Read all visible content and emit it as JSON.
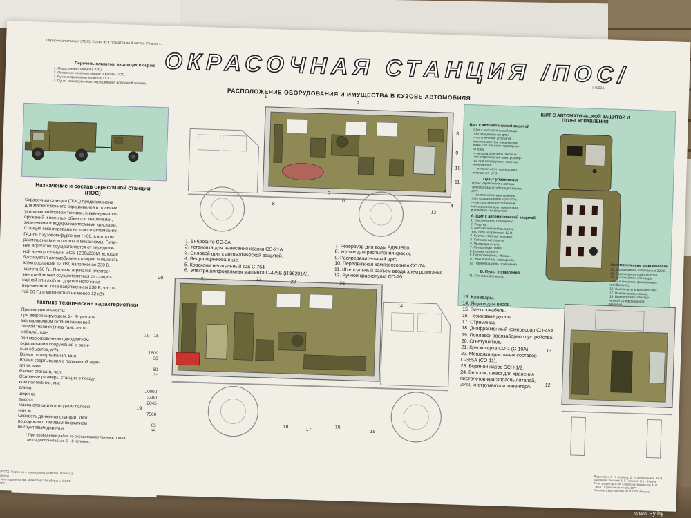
{
  "poster": {
    "header_line": "Окрасочная станция (ПОС). Серия из 4 плакатов на 4 листах. Плакат 1.",
    "code": "040024",
    "title": "ОКРАСОЧНАЯ СТАНЦИЯ /ПОС/",
    "subtitle": "РАСПОЛОЖЕНИЕ ОБОРУДОВАНИЯ И ИМУЩЕСТВА В КУЗОВЕ АВТОМОБИЛЯ",
    "list_head": "Перечень плакатов, входящих в серию",
    "list_items": [
      "1. Окрасочная станция (ПОС).",
      "2. Основные комплектующие агрегаты ПОС.",
      "3. Ручные краскораспылители ПОС.",
      "4. Пункт маскировочного окрашивания войсковой техники."
    ]
  },
  "left": {
    "purpose_head": "Назначение и состав окрасочной станции (ПОС)",
    "purpose_text": [
      "Окрасочная станция (ПОС) предназначена",
      "для маскировочного окрашивания в полевых",
      "условиях войсковой техники, инженерных со-",
      "оружений и военных объектов масляными,",
      "эмалевыми и водоразбавляемыми красками.",
      "Станция смонтирована на шасси автомобиля",
      "ГАЗ-66 с кузовом-фургоном Н-66, в котором",
      "размещены все агрегаты и механизмы. Пита-",
      "ние агрегатов осуществляется от передвиж-",
      "ной электростанции ЭСБ-12ВС/230М, которая",
      "буксируется автомобилем станции. Мощность",
      "электростанции 12 кВт, напряжение 230 В,",
      "частота 50 Гц. Питание агрегатов электро-",
      "энергией может осуществляться от стацио-",
      "нарной или любого другого источника",
      "переменного тока напряжением 230 В, часто-",
      "той 50 Гц и мощностью не менее 12 кВт."
    ],
    "specs_head": "Тактико-технические характеристики",
    "specs": [
      {
        "label": "Производительность:",
        "value": ""
      },
      {
        "label": "   при деформирующем, 2-, 3-цветном",
        "value": ""
      },
      {
        "label": "   маскировочном окрашивании вой-",
        "value": ""
      },
      {
        "label": "   сковой техники (типа танк, авто-",
        "value": ""
      },
      {
        "label": "   мобиль), ед/ч",
        "value": "10—15"
      },
      {
        "label": "   при маскировочном однодветном",
        "value": ""
      },
      {
        "label": "   окрашивании сооружений и воен-",
        "value": ""
      },
      {
        "label": "   ных объектов, м²/ч",
        "value": "1600"
      },
      {
        "label": "Время развертывания, мин",
        "value": "30"
      },
      {
        "label": "Время свертывания с промывкой агре-",
        "value": ""
      },
      {
        "label": "   гатов, мин",
        "value": "60"
      },
      {
        "label": "Расчет станции, чел.",
        "value": "3*"
      },
      {
        "label": "Основные размеры станции в поход-",
        "value": ""
      },
      {
        "label": "   ном положении, мм:",
        "value": ""
      },
      {
        "label": "      длина",
        "value": "10000"
      },
      {
        "label": "      ширина",
        "value": "2400"
      },
      {
        "label": "      высота",
        "value": "2845"
      },
      {
        "label": "Масса станции в походном положе-",
        "value": ""
      },
      {
        "label": "   нии, кг",
        "value": "7500"
      },
      {
        "label": "Скорость движения станции, км/ч:",
        "value": ""
      },
      {
        "label": "   по дорогам с твердым покрытием",
        "value": "65"
      },
      {
        "label": "   по грунтовым дорогам",
        "value": "35"
      }
    ],
    "footnote": [
      "* При проведении работ по окрашиванию техники прила-",
      "гается дополнительно 5—8 человек."
    ]
  },
  "legend_mid_left": [
    "1. Вибросито СО-3А.",
    "2. Установка для нанесения краски СО-21А.",
    "3. Силовой щит с автоматической защитой.",
    "4. Ведра оцинкованные.",
    "5. Красконагнетательный бак С-764.",
    "6. Электрошлифовальная машинка С-475Б (ИЭ6201А)."
  ],
  "legend_mid_right": [
    "7. Резервуар для воды РДВ-1500.",
    "8. Удочки для распыления краски.",
    "9. Распределительный щит.",
    "10. Передвижная компрессорная СО-7А.",
    "11. Штепсельный разъем ввода электропитания.",
    "12. Ручной краскопульт СО-20."
  ],
  "legend_bottom_right": [
    "13. Клеевары.",
    "14. Ящики для весов.",
    "15. Электрокабель.",
    "16. Резиновые рукава.",
    "17. Стремянка.",
    "18. Диафрагменный компрессор СО-45А.",
    "19. Поплавок водозаборного устройства.",
    "20. Огнетушитель.",
    "21. Краскотерка СО-1 (С-10А).",
    "22. Мешалка красочных составов",
    "    С-365А (СО-11).",
    "23. Водяной насос ЭСН-1/2.",
    "24. Верстак, шкаф для хранения",
    "    пистолетов-краскораспылителей,",
    "    ЗИП, инструмента и инвентаря."
  ],
  "right_panel": {
    "head": "ЩИТ С АВТОМАТИЧЕСКОЙ ЗАЩИТОЙ И ПУЛЬТ УПРАВЛЕНИЯ",
    "sub_head_1": "Щит с автоматической защитой",
    "sub_text_1": [
      "Щит с автоматической защи-",
      "той предназначен для:",
      "— отключения агрегатов",
      "электросети при напряжении",
      "ниже 220 В в сети подводимо-",
      "го тока;",
      "— автоматического отключе-",
      "ния потребителей электроэнер-",
      "гии при перегрузке и коротких",
      "замыканиях;",
      "— питания сети переносного",
      "освещения 12 В."
    ],
    "sub_head_2": "Пульт управления",
    "sub_text_2": [
      "Пульт управления с автома-",
      "тической защитой предназначен",
      "для:",
      "— включения и выключения",
      "электродвигателей агрегатов;",
      "— автоматического отключе-",
      "ния агрегатов при перегрузках",
      "и коротких замыканиях."
    ],
    "sub_head_3": "А. Щит с автоматической защитой",
    "list_a": [
      "1. Выключатель освещения.",
      "2. Розетка.",
      "3. Автоматический выключа-",
      "   тель сети напряжения 12 В.",
      "4. Кнопка «Сигнал вызова».",
      "5. Сигнальные лампы.",
      "6. Предохранитель.",
      "7. Сигнальная лампа.",
      "8. Кнопка «Сброс».",
      "9. Переключатель «Фаза».",
      "10. Выключатель освещения.",
      "11. Переключатель освещения."
    ],
    "sub_head_4": "Б. Пульт управления",
    "list_b": [
      "11. Сигнальная лампа."
    ],
    "sub_head_5": "Автоматические выключатели",
    "list_c": [
      "12. Выключатель напряжения 220 В.",
      "13. Выключатель компрессора.",
      "14. Выключатель клеевара.",
      "15. Выключатель красконагнет.",
      "    и вибросита.",
      "16. Выключатель компрессора.",
      "17. Выключатель насоса.",
      "18. Выключатель электро-",
      "    ческой шлифовальной",
      "    машины."
    ]
  },
  "callouts_top": [
    "1",
    "2",
    "3",
    "4",
    "5",
    "6",
    "7",
    "8",
    "9",
    "10",
    "11",
    "12"
  ],
  "callouts_bottom": [
    "20",
    "21",
    "22",
    "23",
    "24",
    "14",
    "19",
    "18",
    "17",
    "16",
    "15"
  ],
  "callouts_rear": [
    "13",
    "12"
  ],
  "footer_left": [
    "ции (ПОС). Серия из 4 плакатов на 4 листах. Плакат 1.",
    "Корректор",
    "Военное издательство Министерства обороны СССР",
    "— 1977 г."
  ],
  "footer_right": [
    "Редакторы: А. Н. Гребнев. Д. А. Подвязников. М. Н.",
    "Художник: Лихачев В. Г. Главный: Н. Н. Ильин.",
    "Техн. редактор И. Ф. Сорокина. Корректор А. И.",
    "ГВОЗ. Подписано в печать 1977 г.",
    "Военное издательство МО СССР. Москва."
  ],
  "watermark": "www.ay.by"
}
